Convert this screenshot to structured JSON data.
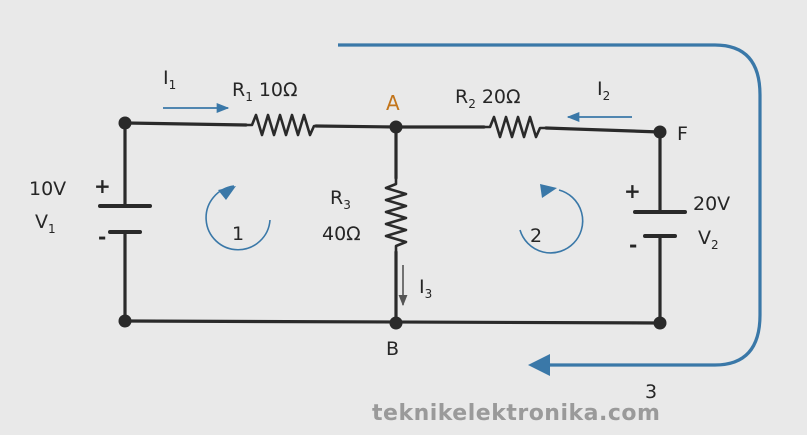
{
  "diagram": {
    "nodes": {
      "A": "A",
      "B": "B",
      "F": "F"
    },
    "currents": {
      "i1": {
        "base": "I",
        "sub": "1"
      },
      "i2": {
        "base": "I",
        "sub": "2"
      },
      "i3": {
        "base": "I",
        "sub": "3"
      }
    },
    "resistors": {
      "r1": {
        "name": "R",
        "sub": "1",
        "value": "10Ω"
      },
      "r2": {
        "name": "R",
        "sub": "2",
        "value": "20Ω"
      },
      "r3": {
        "name": "R",
        "sub": "3",
        "value": "40Ω"
      }
    },
    "sources": {
      "v1": {
        "voltage": "10V",
        "name": "V",
        "sub": "1",
        "plus": "+",
        "minus": "-"
      },
      "v2": {
        "voltage": "20V",
        "name": "V",
        "sub": "2",
        "plus": "+",
        "minus": "-"
      }
    },
    "loops": {
      "loop1": "1",
      "loop2": "2",
      "loop3": "3"
    },
    "watermark": "teknikelektronika.com",
    "colors": {
      "wire": "#2a2a2a",
      "arrow": "#3a78a8",
      "node_label": "#c2741a",
      "watermark": "#9a9a9a"
    }
  }
}
